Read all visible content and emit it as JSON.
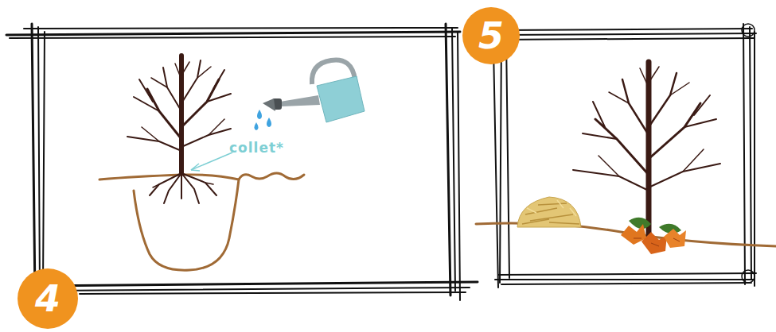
{
  "diagram": {
    "nodes": [
      {
        "text": [
          "4"
        ]
      },
      {
        "text": [
          "5"
        ]
      }
    ],
    "labels": [
      "collet*"
    ]
  }
}
